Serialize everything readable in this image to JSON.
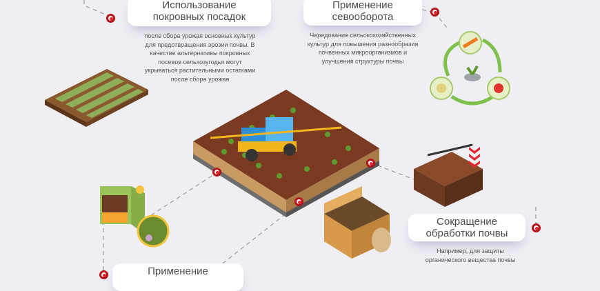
{
  "cards": [
    {
      "title_line1": "Использование",
      "title_line2": "покровных посадок",
      "description": [
        "после сбора урожая основных культур",
        "для предотвращения эрозии почвы. В",
        "качестве альтернативы покровных",
        "посевов сельхозугодья могут",
        "укрываться растительными остатками",
        "после сбора урожая"
      ]
    },
    {
      "title_line1": "Применение",
      "title_line2": "севооборота",
      "description": [
        "Чередование сельскохозяйственных",
        "культур для повышения разнообразия",
        "почвенных микроорганизмов и",
        "улучшения структуры почвы"
      ]
    },
    {
      "title_line1": "Сокращение",
      "title_line2": "обработки почвы",
      "description": [
        "Например, для защиты",
        "органического вещества почвы"
      ]
    },
    {
      "title_line1": "Применение"
    }
  ],
  "colors": {
    "background": "#efeef3",
    "marker": "#e3262f",
    "soil": "#6b3a22",
    "grass": "#7fae3c"
  }
}
